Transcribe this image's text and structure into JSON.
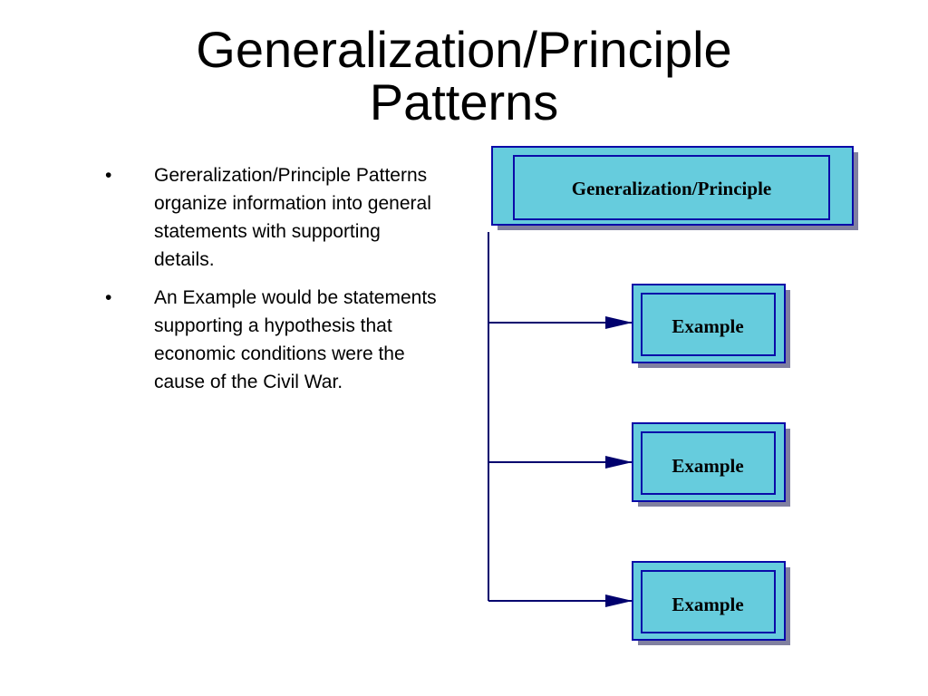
{
  "slide": {
    "title_line1": "Generalization/Principle",
    "title_line2": "Patterns",
    "bullets": [
      "Gereralization/Principle Patterns organize information into general statements with supporting details.",
      "An Example would be statements supporting a hypothesis that economic conditions were the cause of the Civil War."
    ],
    "bullet_symbol": "•"
  },
  "diagram": {
    "principle_label": "Generalization/Principle",
    "example_labels": [
      "Example",
      "Example",
      "Example"
    ],
    "colors": {
      "box_fill": "#66CCDD",
      "box_border": "#0A0AA8",
      "shadow": "#8080A0",
      "connector": "#00006E"
    }
  }
}
